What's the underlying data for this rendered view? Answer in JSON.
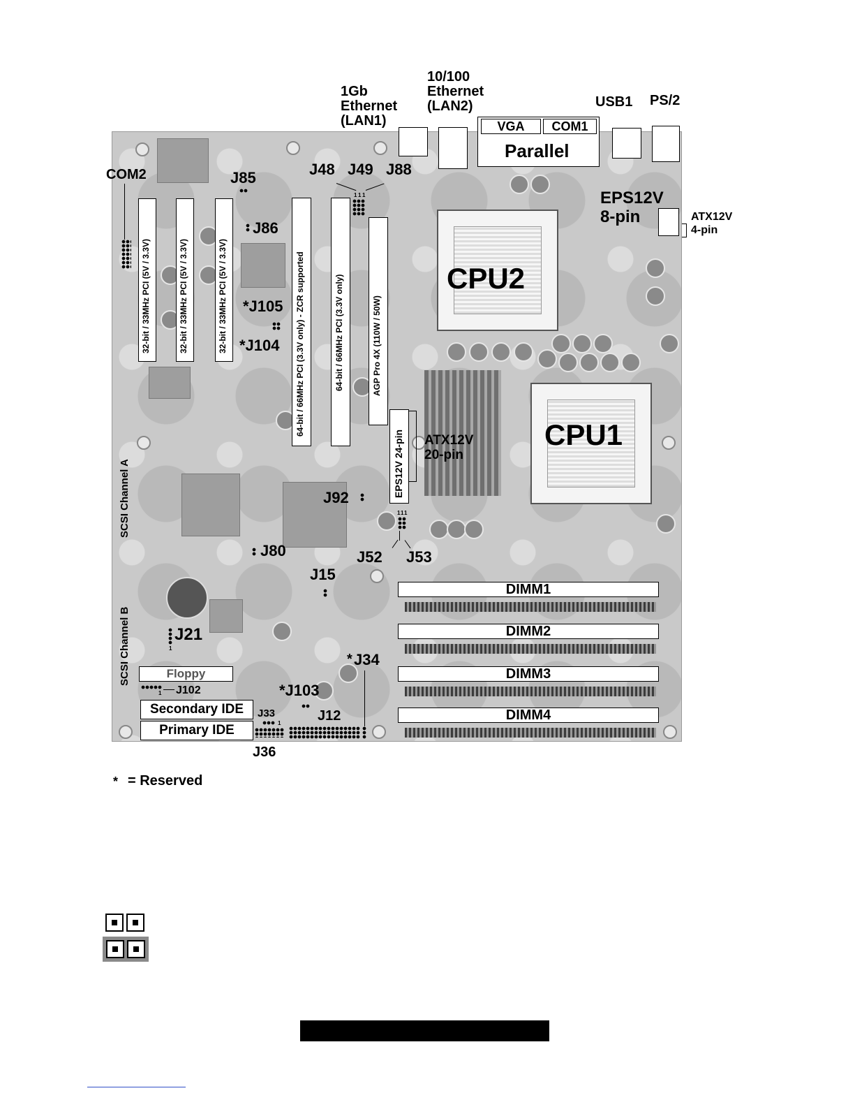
{
  "top_labels": {
    "lan1": [
      "1Gb",
      "Ethernet",
      "(LAN1)"
    ],
    "lan2": [
      "10/100",
      "Ethernet",
      "(LAN2)"
    ],
    "usb1": "USB1",
    "ps2": "PS/2",
    "vga": "VGA",
    "com1": "COM1",
    "parallel": "Parallel"
  },
  "power": {
    "eps12v_8pin": [
      "EPS12V",
      "8-pin"
    ],
    "atx12v_4pin": [
      "ATX12V",
      "4-pin"
    ],
    "atx12v_20pin": [
      "ATX12V",
      "20-pin"
    ],
    "eps12v_24pin": "EPS12V 24-pin"
  },
  "cpus": {
    "cpu2": "CPU2",
    "cpu1": "CPU1"
  },
  "slots": {
    "pci1": "32-bit / 33MHz PCI (5V / 3.3V)",
    "pci2": "32-bit / 33MHz PCI (5V / 3.3V)",
    "pci3": "32-bit / 33MHz PCI (5V / 3.3V)",
    "pci64_zcr": "64-bit / 66MHz PCI (3.3V only) - ZCR supported",
    "pci64": "64-bit / 66MHz PCI (3.3V only)",
    "agp": "AGP Pro 4X (110W / 50W)"
  },
  "scsi": {
    "channel_a": "SCSI Channel A",
    "channel_b": "SCSI Channel B"
  },
  "jumpers": {
    "com2": "COM2",
    "j85": "J85",
    "j86": "J86",
    "j48": "J48",
    "j49": "J49",
    "j88": "J88",
    "j105": "*J105",
    "j104": "*J104",
    "j92": "J92",
    "j52": "J52",
    "j53": "J53",
    "j80": "J80",
    "j15": "J15",
    "j21": "J21",
    "j34": "J34",
    "j34_star": "*",
    "j103": "*J103",
    "j102": "J102",
    "j33": "J33",
    "j12": "J12",
    "j36": "J36",
    "pin1": "1",
    "pin11": "111"
  },
  "dimms": [
    "DIMM1",
    "DIMM2",
    "DIMM3",
    "DIMM4"
  ],
  "drives": {
    "floppy": "Floppy",
    "secondary_ide": "Secondary IDE",
    "primary_ide": "Primary IDE"
  },
  "legend": {
    "star": "*",
    "reserved": "= Reserved"
  }
}
